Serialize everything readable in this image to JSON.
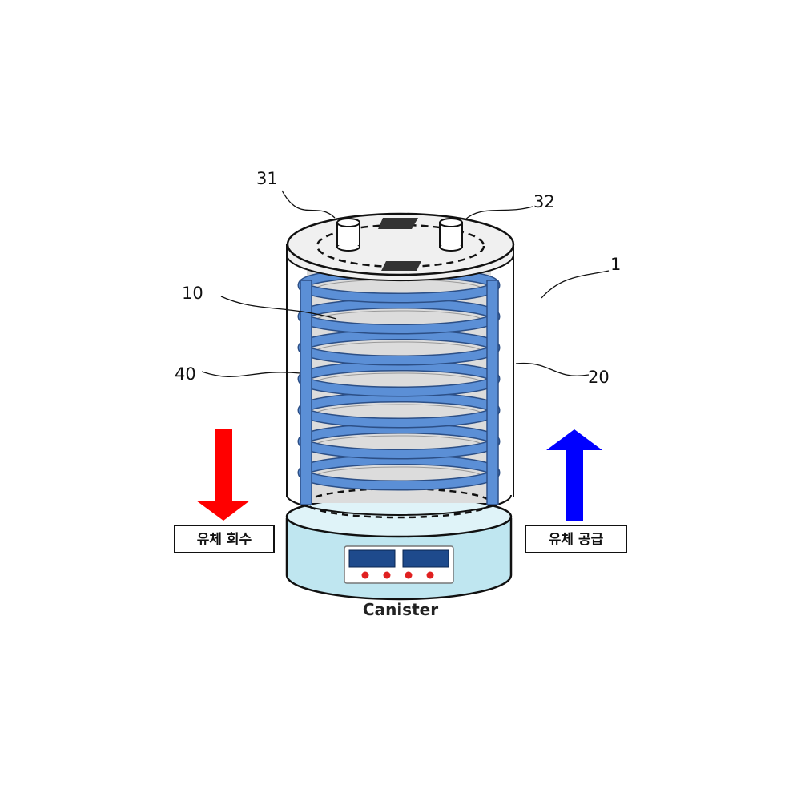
{
  "labels": {
    "ref_31": "31",
    "ref_32": "32",
    "ref_1": "1",
    "ref_10": "10",
    "ref_40": "40",
    "ref_20": "20"
  },
  "flows": {
    "recovery": {
      "label": "유체 회수",
      "arrow_color": "#ff0000",
      "direction": "down"
    },
    "supply": {
      "label": "유체 공급",
      "arrow_color": "#0000ff",
      "direction": "up"
    }
  },
  "caption": "Canister",
  "coil": {
    "turns": 7,
    "color": "#5b8fd6"
  },
  "colors": {
    "wafer": "#dcdcdc",
    "lid": "#f0f0f0",
    "base": "#bfe6f0",
    "display": "#1e4a8c",
    "indicator": "#e02020"
  },
  "base_display": {
    "screens": 2,
    "indicators": 4
  }
}
